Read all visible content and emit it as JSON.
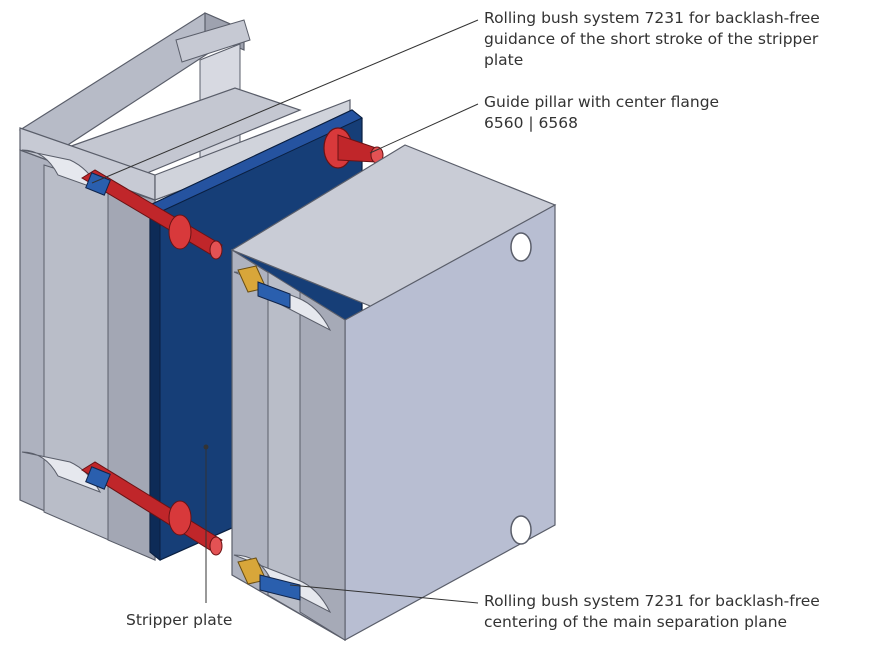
{
  "callouts": {
    "rolling_bush_top": {
      "lines": [
        "Rolling bush system 7231 for backlash-free",
        "guidance of the short stroke of the stripper",
        "plate"
      ]
    },
    "guide_pillar": {
      "lines": [
        "Guide pillar with center flange",
        "6560 | 6568"
      ]
    },
    "stripper_plate": {
      "lines": [
        "Stripper plate"
      ]
    },
    "rolling_bush_bottom": {
      "lines": [
        "Rolling bush system 7231 for backlash-free",
        "centering of the main separation plane"
      ]
    }
  },
  "colors": {
    "plate_grey_light": "#c9ccd6",
    "plate_grey_mid": "#aeb2bf",
    "plate_grey_dark": "#8f94a3",
    "stripper_blue": "#163e77",
    "stripper_blue_dark": "#0d2b57",
    "pillar_red": "#c0262a",
    "bush_gold": "#d8a63a",
    "bush_blue": "#2a5fae",
    "leader_line": "#333333"
  }
}
